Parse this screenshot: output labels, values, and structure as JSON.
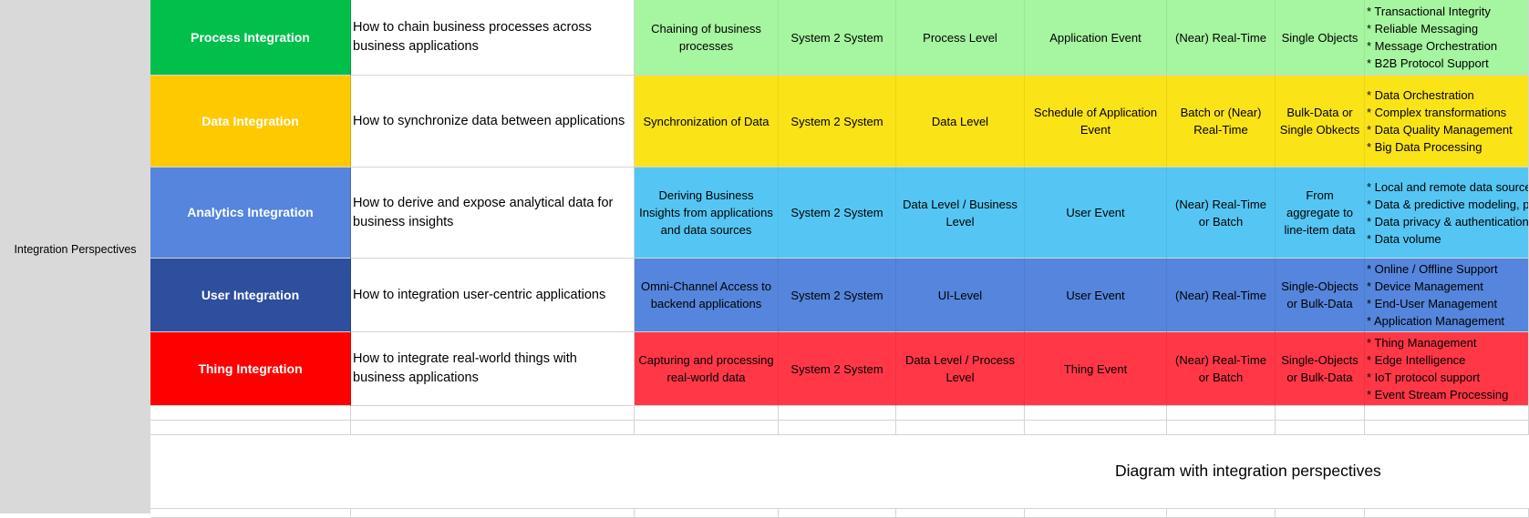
{
  "side_label": "Integration Perspectives",
  "rows": [
    {
      "title": "Process Integration",
      "title_color": "#00c04b",
      "row_color": "#a6f5a0",
      "description": "How to chain business processes across business applications",
      "cells": [
        "Chaining of business processes",
        "System 2 System",
        "Process Level",
        "Application Event",
        "(Near) Real-Time",
        "Single Objects"
      ],
      "features": [
        "* Transactional Integrity",
        "* Reliable Messaging",
        "* Message Orchestration",
        "* B2B Protocol Support"
      ]
    },
    {
      "title": "Data Integration",
      "title_color": "#ffc900",
      "row_color": "#fae317",
      "description": "How to synchronize data between applications",
      "cells": [
        "Synchronization of Data",
        "System 2 System",
        "Data Level",
        "Schedule of Application Event",
        "Batch or (Near) Real-Time",
        "Bulk-Data or Single Obkects"
      ],
      "features": [
        "* Data Orchestration",
        "* Complex transformations",
        "* Data Quality Management",
        "* Big Data Processing"
      ]
    },
    {
      "title": "Analytics Integration",
      "title_color": "#5585dc",
      "row_color": "#55c6f3",
      "description": "How to derive and expose analytical data for business insights",
      "cells": [
        "Deriving Business Insights from applications and data sources",
        "System 2 System",
        "Data Level / Business Level",
        "User Event",
        "(Near) Real-Time or Batch",
        "From aggregate to line-item data"
      ],
      "features": [
        "* Local and remote data sources",
        "* Data & predictive modeling, planning",
        "* Data privacy & authentication",
        "* Data volume"
      ]
    },
    {
      "title": "User Integration",
      "title_color": "#2e4e9e",
      "row_color": "#5585dc",
      "description": "How to integration user-centric applications",
      "cells": [
        "Omni-Channel Access to backend applications",
        "System 2 System",
        "UI-Level",
        "User Event",
        "(Near) Real-Time",
        "Single-Objects or Bulk-Data"
      ],
      "features": [
        "* Online / Offline Support",
        "* Device Management",
        "* End-User Management",
        "* Application Management"
      ]
    },
    {
      "title": "Thing Integration",
      "title_color": "#ff0000",
      "row_color": "#ff3747",
      "description": "How to integrate real-world things with business applications",
      "cells": [
        "Capturing and processing real-world data",
        "System 2 System",
        "Data Level / Process Level",
        "Thing Event",
        "(Near) Real-Time or Batch",
        "Single-Objects or Bulk-Data"
      ],
      "features": [
        "* Thing Management",
        "* Edge Intelligence",
        "* IoT protocol support",
        "* Event Stream Processing"
      ]
    }
  ],
  "caption": "Diagram with integration perspectives"
}
